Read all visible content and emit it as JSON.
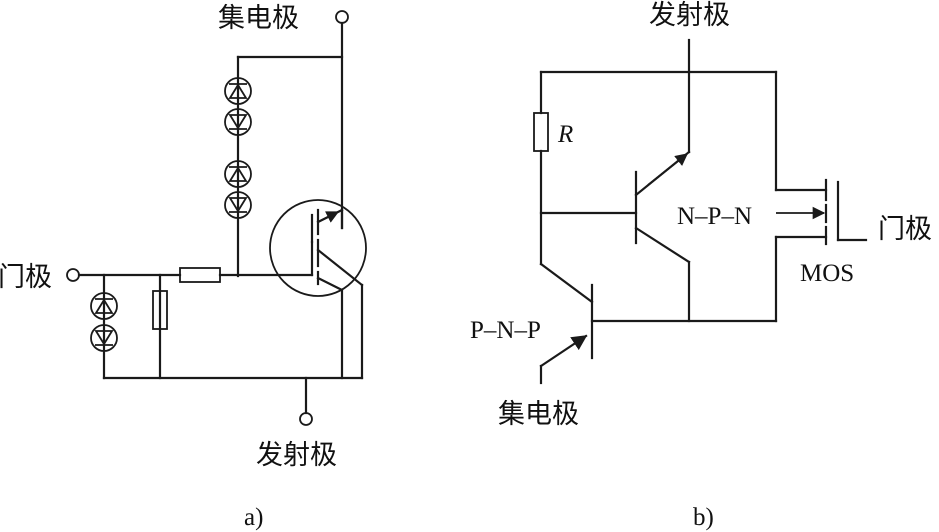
{
  "diagram_a": {
    "collector_label": "集电极",
    "gate_label": "门极",
    "emitter_label": "发射极",
    "caption": "a)"
  },
  "diagram_b": {
    "emitter_label": "发射极",
    "resistor_label": "R",
    "npn_label": "N–P–N",
    "gate_label": "门极",
    "mos_label": "MOS",
    "pnp_label": "P–N–P",
    "collector_label": "集电极",
    "caption": "b)"
  },
  "colors": {
    "line": "#1a1a1a",
    "background": "#ffffff"
  }
}
